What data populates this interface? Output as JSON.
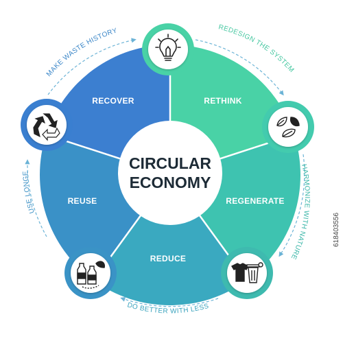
{
  "center": {
    "line1": "CIRCULAR",
    "line2": "ECONOMY"
  },
  "segments": {
    "recover": {
      "label": "RECOVER",
      "color": "#3c7fd0"
    },
    "rethink": {
      "label": "RETHINK",
      "color": "#49d2a6"
    },
    "regenerate": {
      "label": "REGENERATE",
      "color": "#3ec3b0"
    },
    "reduce": {
      "label": "REDUCE",
      "color": "#3aa9c0"
    },
    "reuse": {
      "label": "REUSE",
      "color": "#3a91c7"
    }
  },
  "cycle_labels": {
    "make_waste_history": {
      "text": "MAKE WASTE HISTORY",
      "color": "#3a86c8"
    },
    "redesign_the_system": {
      "text": "REDESIGN THE SYSTEM",
      "color": "#45c7a0"
    },
    "harmonize_with_nature": {
      "text": "HARMONIZE WITH NATURE",
      "color": "#3ab6a8"
    },
    "do_better_with_less": {
      "text": "DO BETTER WITH LESS",
      "color": "#3aa3bd"
    },
    "use_longer": {
      "text": "USE LONGER",
      "color": "#3a8fc4"
    }
  },
  "icons": {
    "top": "lightbulb-icon",
    "right": "leaves-icon",
    "bottom_right": "trash-clothes-icon",
    "bottom_left": "bottles-icon",
    "left": "recycle-icon"
  },
  "stock_id": "618403556"
}
